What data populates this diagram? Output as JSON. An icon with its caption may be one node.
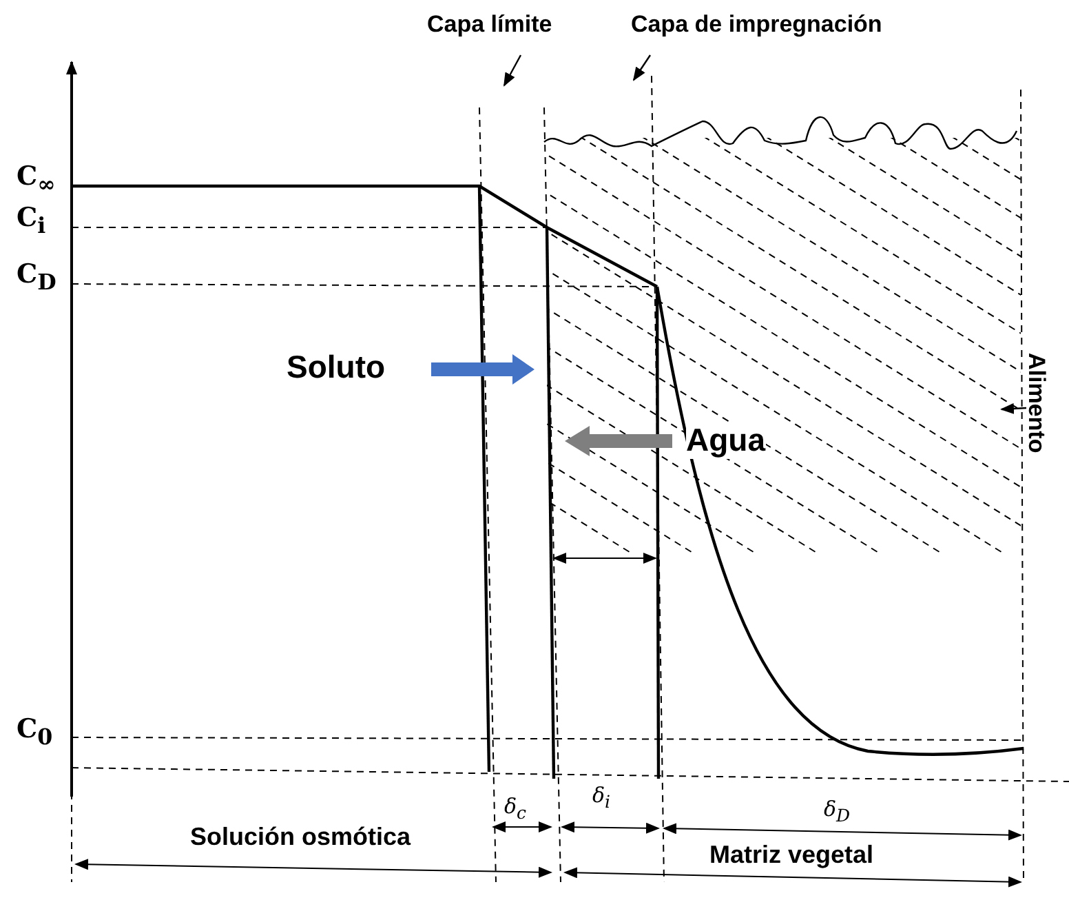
{
  "diagram": {
    "nodes": [
      {
        "text": [
          "Capa límite"
        ]
      },
      {
        "text": [
          "Capa de impregnación"
        ]
      },
      {
        "text": [
          "Alimento"
        ]
      }
    ],
    "edges": [
      {
        "from": 0,
        "to": null,
        "arrow": "to"
      },
      {
        "from": 1,
        "to": null,
        "arrow": "to"
      },
      {
        "from": 2,
        "to": null,
        "arrow": "to"
      }
    ],
    "labels": [
      "C$_{∞}$",
      "C$_{i}$",
      "C$_{D}$",
      "Soluto",
      "Agua",
      "C$_{0}$",
      "δ$_{c}$",
      "δ$_{i}$",
      "δ$_{D}$",
      "Solución osmótica",
      "Matriz vegetal"
    ]
  }
}
